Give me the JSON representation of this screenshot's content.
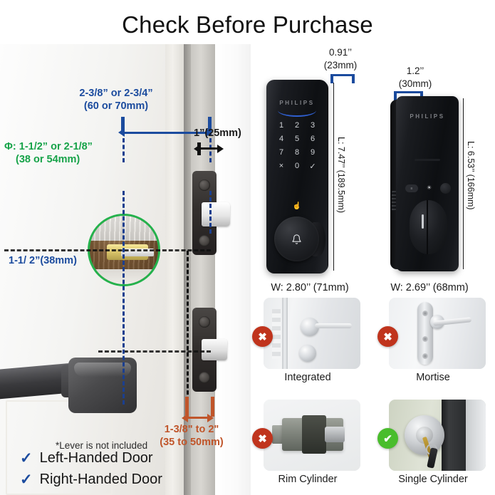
{
  "title": "Check Before Purchase",
  "door_diagram": {
    "backset": {
      "imperial": "2-3/8” or 2-3/4”",
      "metric": "(60 or 70mm)"
    },
    "edge_offset": {
      "text": "1”(25mm)"
    },
    "bore_hole": {
      "imperial": "Φ: 1-1/2” or 2-1/8”",
      "metric": "(38 or 54mm)"
    },
    "cross_bore": {
      "text": "1-1/ 2”(38mm)"
    },
    "door_thickness": {
      "imperial": "1-3/8\" to 2\"",
      "metric": "(35 to 50mm)"
    },
    "lever_note": "*Lever is not included",
    "handedness": [
      {
        "check": "✓",
        "label": "Left-Handed Door"
      },
      {
        "check": "✓",
        "label": "Right-Handed Door"
      }
    ]
  },
  "lock_front": {
    "brand": "PHILIPS",
    "keypad": [
      [
        "1",
        "2",
        "3"
      ],
      [
        "4",
        "5",
        "6"
      ],
      [
        "7",
        "8",
        "9"
      ],
      [
        "×",
        "0",
        "✓"
      ]
    ],
    "fingerprint_glyph": "☝",
    "bell_glyph": "⌂",
    "depth": {
      "imperial": "0.91’’",
      "metric": "(23mm)"
    },
    "length": "L: 7.47’’ (189.5mm)",
    "width": "W: 2.80’’ (71mm)"
  },
  "lock_rear": {
    "brand": "PHILIPS",
    "button_label": "≡",
    "depth": {
      "imperial": "1.2’’",
      "metric": "(30mm)"
    },
    "length": "L: 6.53’’ (166mm)",
    "width": "W: 2.69’’ (68mm)"
  },
  "compatibility": {
    "cells": [
      {
        "caption": "Integrated",
        "status": "incompatible",
        "badge": "✖"
      },
      {
        "caption": "Mortise",
        "status": "incompatible",
        "badge": "✖"
      },
      {
        "caption": "Rim Cylinder",
        "status": "incompatible",
        "badge": "✖"
      },
      {
        "caption": "Single Cylinder",
        "status": "compatible",
        "badge": "✔"
      }
    ]
  },
  "colors": {
    "blue": "#1b4b9e",
    "green": "#17a349",
    "orange": "#c0552a",
    "red_badge": "#c0341d",
    "green_badge": "#49bd2c"
  }
}
